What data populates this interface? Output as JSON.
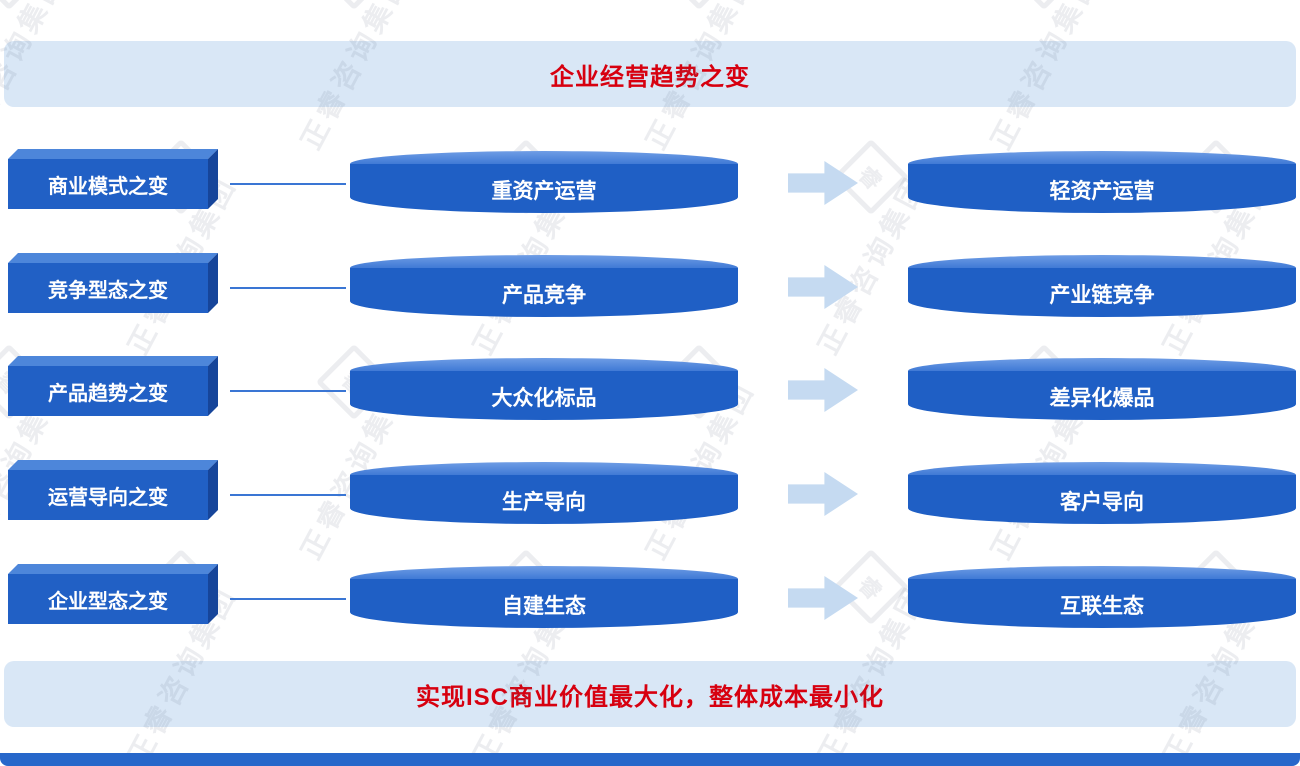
{
  "header": {
    "title": "企业经营趋势之变"
  },
  "footer": {
    "title": "实现ISC商业价值最大化，整体成本最小化"
  },
  "rows": [
    {
      "label": "商业模式之变",
      "from": "重资产运营",
      "to": "轻资产运营"
    },
    {
      "label": "竞争型态之变",
      "from": "产品竞争",
      "to": "产业链竞争"
    },
    {
      "label": "产品趋势之变",
      "from": "大众化标品",
      "to": "差异化爆品"
    },
    {
      "label": "运营导向之变",
      "from": "生产导向",
      "to": "客户导向"
    },
    {
      "label": "企业型态之变",
      "from": "自建生态",
      "to": "互联生态"
    }
  ],
  "watermark": {
    "text": "正睿咨询集团",
    "logo": "睿"
  },
  "colors": {
    "banner_bg": "#d9e7f6",
    "title_red": "#d7000f",
    "shape_blue": "#2160c5",
    "shape_blue_light": "#4d86da",
    "shape_blue_dark": "#16459a",
    "arrow_blue": "#c5daf1",
    "bottom_bar_blue": "#2767ca"
  }
}
